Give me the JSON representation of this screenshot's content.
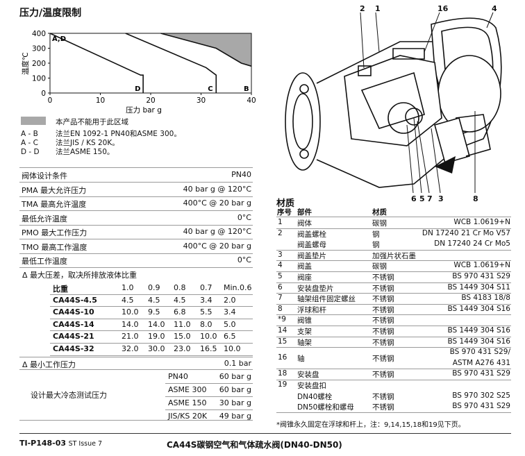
{
  "section_title": "压力/温度限制",
  "chart_data": {
    "type": "area",
    "ylabel": "温度℃",
    "xlabel": "压力 bar g",
    "xlim": [
      0,
      40
    ],
    "ylim": [
      0,
      400
    ],
    "x_ticks": [
      0,
      10,
      20,
      30,
      40
    ],
    "y_ticks": [
      0,
      100,
      200,
      300,
      400
    ],
    "region_label": "A,D",
    "curves": [
      {
        "name": "D",
        "points": [
          [
            0,
            400
          ],
          [
            18,
            120
          ],
          [
            18.5,
            120
          ],
          [
            18.5,
            0
          ]
        ]
      },
      {
        "name": "C",
        "points": [
          [
            15,
            400
          ],
          [
            31,
            170
          ],
          [
            33,
            120
          ],
          [
            33,
            0
          ]
        ]
      },
      {
        "name": "B",
        "points": [
          [
            22,
            400
          ],
          [
            33,
            300
          ],
          [
            38,
            200
          ],
          [
            40,
            180
          ]
        ]
      }
    ],
    "shaded_region": [
      [
        22,
        400
      ],
      [
        40,
        400
      ],
      [
        40,
        180
      ],
      [
        38,
        200
      ],
      [
        33,
        300
      ]
    ]
  },
  "legend": {
    "shaded_text": "本产品不能用于此区域",
    "items": [
      {
        "code": "A - B",
        "text": "法兰EN 1092-1 PN40和ASME 300。"
      },
      {
        "code": "A - C",
        "text": "法兰JIS / KS 20K。"
      },
      {
        "code": "D - D",
        "text": "法兰ASME 150。"
      }
    ]
  },
  "design": {
    "rows": [
      {
        "label": "阀体设计条件",
        "value": "PN40"
      },
      {
        "label": "PMA 最大允许压力",
        "value": "40 bar g @ 120°C"
      },
      {
        "label": "TMA 最高允许温度",
        "value": "400°C @ 20 bar g"
      },
      {
        "label": "最低允许温度",
        "value": "0°C"
      },
      {
        "label": "PMO 最大工作压力",
        "value": "40 bar g @ 120°C"
      },
      {
        "label": "TMO 最高工作温度",
        "value": "400°C @ 20 bar g"
      },
      {
        "label": "最低工作温度",
        "value": "0°C"
      }
    ],
    "dp_title": "Δ 最大压差，取决所排放液体比重",
    "dp_header": [
      "比重",
      "1.0",
      "0.9",
      "0.8",
      "0.7",
      "Min.0.6"
    ],
    "dp_rows": [
      [
        "CA44S-4.5",
        "4.5",
        "4.5",
        "4.5",
        "3.4",
        "2.0"
      ],
      [
        "CA44S-10",
        "10.0",
        "9.5",
        "6.8",
        "5.5",
        "3.4"
      ],
      [
        "CA44S-14",
        "14.0",
        "14.0",
        "11.0",
        "8.0",
        "5.0"
      ],
      [
        "CA44S-21",
        "21.0",
        "19.0",
        "15.0",
        "10.0",
        "6.5"
      ],
      [
        "CA44S-32",
        "32.0",
        "30.0",
        "23.0",
        "16.5",
        "10.0"
      ]
    ],
    "min_label": "Δ 最小工作压力",
    "min_value": "0.1 bar",
    "test_label": "设计最大冷态测试压力",
    "test_rows": [
      [
        "PN40",
        "60 bar g"
      ],
      [
        "ASME 300",
        "60 bar g"
      ],
      [
        "ASME 150",
        "30 bar g"
      ],
      [
        "JIS/KS 20K",
        "49 bar g"
      ]
    ]
  },
  "drawing": {
    "callouts_top": [
      "2",
      "1",
      "16",
      "4"
    ],
    "callouts_bottom": [
      "6",
      "5",
      "7",
      "3",
      "8"
    ]
  },
  "materials": {
    "title": "材质",
    "headers": [
      "序号",
      "部件",
      "材质"
    ],
    "rows": [
      {
        "no": "1",
        "part": "阀体",
        "mat": "碳钢",
        "spec": "WCB 1.0619+N"
      },
      {
        "no": "2",
        "part": "阀盖螺栓",
        "mat": "钢",
        "spec": "DN 17240 21 Cr Mo V57"
      },
      {
        "no": "",
        "part": "阀盖螺母",
        "mat": "钢",
        "spec": "DN 17240 24 Cr Mo5"
      },
      {
        "no": "3",
        "part": "阀盖垫片",
        "mat": "加强片状石墨",
        "spec": ""
      },
      {
        "no": "4",
        "part": "阀盖",
        "mat": "碳钢",
        "spec": "WCB 1.0619+N"
      },
      {
        "no": "5",
        "part": "阀座",
        "mat": "不锈钢",
        "spec": "BS 970 431 S29"
      },
      {
        "no": "6",
        "part": "安装盘垫片",
        "mat": "不锈钢",
        "spec": "BS 1449 304 S11"
      },
      {
        "no": "7",
        "part": "轴架组件固定螺丝",
        "mat": "不锈钢",
        "spec": "BS 4183 18/8"
      },
      {
        "no": "8",
        "part": "浮球和杆",
        "mat": "不锈钢",
        "spec": "BS 1449 304 S16"
      },
      {
        "no": "*9",
        "part": "阀锥",
        "mat": "不锈钢",
        "spec": ""
      },
      {
        "no": "14",
        "part": "支架",
        "mat": "不锈钢",
        "spec": "BS 1449 304 S16"
      },
      {
        "no": "15",
        "part": "轴架",
        "mat": "不锈钢",
        "spec": "BS 1449 304 S16"
      },
      {
        "no": "16",
        "part": "轴",
        "mat": "不锈钢",
        "spec": "BS 970 431 S29/",
        "spec2": "ASTM A276 431"
      },
      {
        "no": "18",
        "part": "安装盘",
        "mat": "不锈钢",
        "spec": "BS 970 431 S29"
      },
      {
        "no": "19",
        "part": "安装盘扣",
        "mat": "",
        "spec": ""
      },
      {
        "no": "",
        "part": "DN40螺栓",
        "mat": "不锈钢",
        "spec": "BS 970 302 S25"
      },
      {
        "no": "",
        "part": "DN50螺栓和螺母",
        "mat": "不锈钢",
        "spec": "BS 970 431 S29"
      }
    ],
    "note": "*阀锥永久固定在浮球和杆上，注：9,14,15,18和19见下页。"
  },
  "footer": {
    "doc_id": "TI-P148-03",
    "issue": "ST Issue 7",
    "title": "CA44S碳钢空气和气体疏水阀(DN40-DN50)"
  },
  "colors": {
    "shade": "#a8a8a8",
    "line": "#9a9a9a"
  }
}
